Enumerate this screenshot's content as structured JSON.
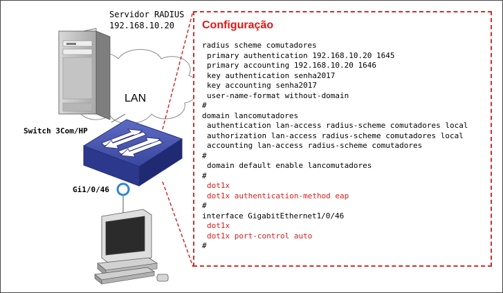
{
  "server": {
    "name": "Servidor RADIUS",
    "ip": "192.168.10.20"
  },
  "lan_label": "LAN",
  "switch_label": "Switch 3Com/HP",
  "port_label": "Gi1/0/46",
  "config": {
    "title": "Configuração",
    "lines": [
      {
        "text": "radius scheme comutadores",
        "indent": 0,
        "color": "black"
      },
      {
        "text": "primary authentication 192.168.10.20 1645",
        "indent": 1,
        "color": "black"
      },
      {
        "text": "primary accounting 192.168.10.20 1646",
        "indent": 1,
        "color": "black"
      },
      {
        "text": "key authentication senha2017",
        "indent": 1,
        "color": "black"
      },
      {
        "text": "key accounting senha2017",
        "indent": 1,
        "color": "black"
      },
      {
        "text": "user-name-format without-domain",
        "indent": 1,
        "color": "black"
      },
      {
        "text": "#",
        "indent": 0,
        "color": "black"
      },
      {
        "text": "domain lancomutadores",
        "indent": 0,
        "color": "black"
      },
      {
        "text": "authentication lan-access radius-scheme comutadores local",
        "indent": 1,
        "color": "black"
      },
      {
        "text": "authorization lan-access radius-scheme comutadores local",
        "indent": 1,
        "color": "black"
      },
      {
        "text": "accounting lan-access radius-scheme comutadores",
        "indent": 1,
        "color": "black"
      },
      {
        "text": "#",
        "indent": 0,
        "color": "black"
      },
      {
        "text": "domain default enable lancomutadores",
        "indent": 1,
        "color": "black"
      },
      {
        "text": "#",
        "indent": 0,
        "color": "black"
      },
      {
        "text": "dot1x",
        "indent": 1,
        "color": "red"
      },
      {
        "text": "dot1x authentication-method eap",
        "indent": 1,
        "color": "red"
      },
      {
        "text": "#",
        "indent": 0,
        "color": "black"
      },
      {
        "text": "interface GigabitEthernet1/0/46",
        "indent": 0,
        "color": "black"
      },
      {
        "text": "dot1x",
        "indent": 1,
        "color": "red"
      },
      {
        "text": "dot1x port-control auto",
        "indent": 1,
        "color": "red"
      },
      {
        "text": "#",
        "indent": 0,
        "color": "black"
      }
    ]
  },
  "colors": {
    "accent_red": "#d32a2a",
    "switch_blue": "#3b4aa3",
    "port_ring": "#2f86d6"
  }
}
